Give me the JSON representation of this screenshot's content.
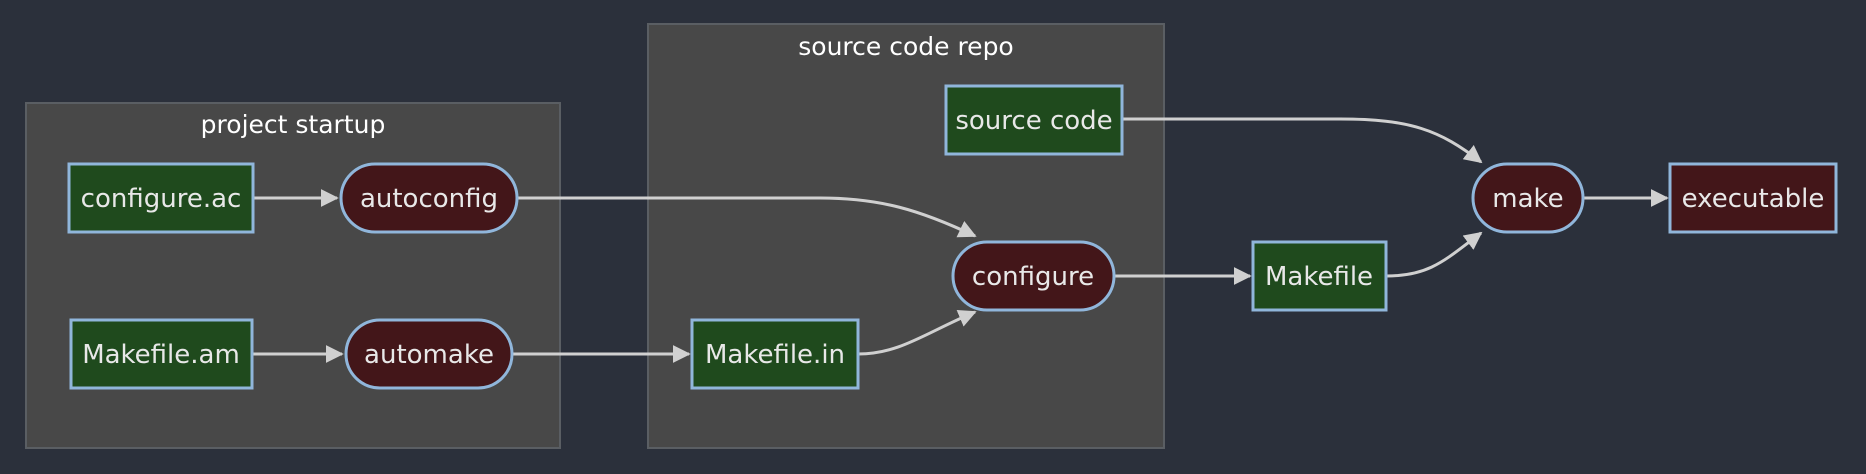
{
  "colors": {
    "background": "#2b303b",
    "cluster_fill": "#484848",
    "cluster_border": "#5a5e63",
    "file_node_fill": "#1f4a1d",
    "process_node_fill": "#431619",
    "node_border": "#90b6db",
    "edge": "#d0d0d0",
    "text": "#e8e8e8"
  },
  "clusters": {
    "project_startup": {
      "title": "project startup"
    },
    "source_code_repo": {
      "title": "source code repo"
    }
  },
  "nodes": {
    "configure_ac": {
      "label": "configure.ac",
      "kind": "file"
    },
    "autoconfig": {
      "label": "autoconfig",
      "kind": "process"
    },
    "makefile_am": {
      "label": "Makefile.am",
      "kind": "file"
    },
    "automake": {
      "label": "automake",
      "kind": "process"
    },
    "source_code": {
      "label": "source code",
      "kind": "file"
    },
    "configure": {
      "label": "configure",
      "kind": "process"
    },
    "makefile_in": {
      "label": "Makefile.in",
      "kind": "file"
    },
    "makefile": {
      "label": "Makefile",
      "kind": "file"
    },
    "make": {
      "label": "make",
      "kind": "process"
    },
    "executable": {
      "label": "executable",
      "kind": "file-output"
    }
  },
  "edges": [
    {
      "from": "configure.ac",
      "to": "autoconfig"
    },
    {
      "from": "Makefile.am",
      "to": "automake"
    },
    {
      "from": "autoconfig",
      "to": "configure"
    },
    {
      "from": "automake",
      "to": "Makefile.in"
    },
    {
      "from": "Makefile.in",
      "to": "configure"
    },
    {
      "from": "configure",
      "to": "Makefile"
    },
    {
      "from": "source code",
      "to": "make"
    },
    {
      "from": "Makefile",
      "to": "make"
    },
    {
      "from": "make",
      "to": "executable"
    }
  ]
}
